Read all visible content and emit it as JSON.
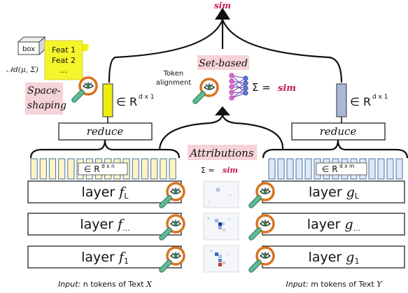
{
  "top": {
    "sim_label": "sim"
  },
  "space_shaping": {
    "box_label": "box",
    "feat1": "Feat 1",
    "feat2": "Feat 2",
    "ellipsis": "...",
    "distribution": "𝒩d(μ, Σ)",
    "title_line1": "Space-",
    "title_line2": "shaping"
  },
  "left_vector": {
    "space": "∈ R",
    "dims": "d x 1"
  },
  "right_vector": {
    "space": "∈ R",
    "dims": "d x 1"
  },
  "set_based": {
    "title": "Set-based",
    "token_line1": "Token",
    "token_line2": "alignment",
    "sum_eq": "Σ =",
    "sim": "sim"
  },
  "reduce": {
    "left": "reduce",
    "right": "reduce"
  },
  "attributions": {
    "title": "Attributions",
    "sum_approx": "Σ ≈",
    "sim": "sim"
  },
  "left_matrix": {
    "space": "∈ R",
    "dims": "d x n"
  },
  "right_matrix": {
    "space": "∈ R",
    "dims": "d x m"
  },
  "layers_left": [
    {
      "prefix": "layer",
      "fn": "f",
      "sub": "L"
    },
    {
      "prefix": "layer",
      "fn": "f",
      "sub": "..."
    },
    {
      "prefix": "layer",
      "fn": "f",
      "sub": "1"
    }
  ],
  "layers_right": [
    {
      "prefix": "layer",
      "fn": "g",
      "sub": "L"
    },
    {
      "prefix": "layer",
      "fn": "g",
      "sub": "..."
    },
    {
      "prefix": "layer",
      "fn": "g",
      "sub": "1"
    }
  ],
  "input_left": {
    "label": "Input:",
    "text": "n tokens of Text",
    "var": "X"
  },
  "input_right": {
    "label": "Input:",
    "text": "m tokens of Text",
    "var": "Y"
  },
  "colors": {
    "left_tokens": "#fdf4c2",
    "right_tokens": "#dde8f6",
    "left_vector": "#ecec10",
    "right_vector": "#a7b9d4",
    "highlight": "#f6d3d8",
    "accent": "#c2185b",
    "magnifier_rim": "#d9721f",
    "magnifier_handle": "#5dbb93"
  }
}
